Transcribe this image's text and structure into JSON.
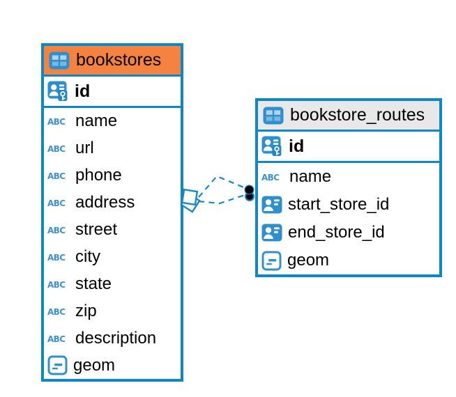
{
  "diagram": {
    "accent_color": "#0d87c6",
    "background_color": "#ffffff",
    "tables": [
      {
        "name": "bookstores",
        "header_color": "#f5823e",
        "header_icon": "table-icon",
        "primary_key": {
          "label": "id",
          "icon": "primary-key-icon"
        },
        "columns": [
          {
            "label": "name",
            "icon": "text-abc-icon"
          },
          {
            "label": "url",
            "icon": "text-abc-icon"
          },
          {
            "label": "phone",
            "icon": "text-abc-icon"
          },
          {
            "label": "address",
            "icon": "text-abc-icon"
          },
          {
            "label": "street",
            "icon": "text-abc-icon"
          },
          {
            "label": "city",
            "icon": "text-abc-icon"
          },
          {
            "label": "state",
            "icon": "text-abc-icon"
          },
          {
            "label": "zip",
            "icon": "text-abc-icon"
          },
          {
            "label": "description",
            "icon": "text-abc-icon"
          },
          {
            "label": "geom",
            "icon": "geometry-icon"
          }
        ]
      },
      {
        "name": "bookstore_routes",
        "header_color": "#e8e8e8",
        "header_icon": "table-icon",
        "primary_key": {
          "label": "id",
          "icon": "primary-key-icon"
        },
        "columns": [
          {
            "label": "name",
            "icon": "text-abc-icon"
          },
          {
            "label": "start_store_id",
            "icon": "reference-icon"
          },
          {
            "label": "end_store_id",
            "icon": "reference-icon"
          },
          {
            "label": "geom",
            "icon": "geometry-icon"
          }
        ]
      }
    ],
    "relationship": {
      "from_table": "bookstores",
      "to_table": "bookstore_routes",
      "line_style": "dashed",
      "line_count": 2,
      "line_color": "#1489c9",
      "source_marker": "diamond-marker",
      "target_marker": "dot-marker"
    }
  }
}
